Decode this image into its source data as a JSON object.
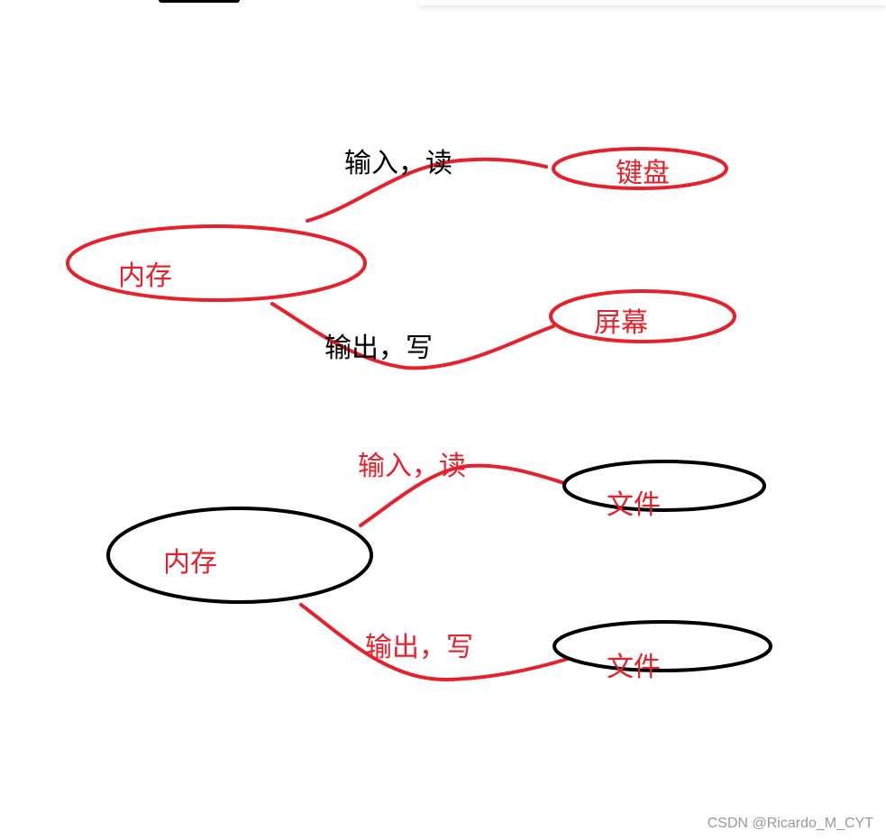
{
  "colors": {
    "red": "#e8202a",
    "black": "#000000",
    "watermark": "#9a9a9a"
  },
  "diagram_top": {
    "center": {
      "label": "内存",
      "stroke": "red"
    },
    "nodes": [
      {
        "label": "键盘",
        "stroke": "red"
      },
      {
        "label": "屏幕",
        "stroke": "red"
      }
    ],
    "edges": [
      {
        "label": "输入，读",
        "label_color": "black"
      },
      {
        "label": "输出，写",
        "label_color": "black"
      }
    ]
  },
  "diagram_bottom": {
    "center": {
      "label": "内存",
      "stroke": "black"
    },
    "nodes": [
      {
        "label": "文件",
        "stroke": "black"
      },
      {
        "label": "文件",
        "stroke": "black"
      }
    ],
    "edges": [
      {
        "label": "输入，读",
        "label_color": "red"
      },
      {
        "label": "输出，写",
        "label_color": "red"
      }
    ]
  },
  "watermark": "CSDN @Ricardo_M_CYT"
}
